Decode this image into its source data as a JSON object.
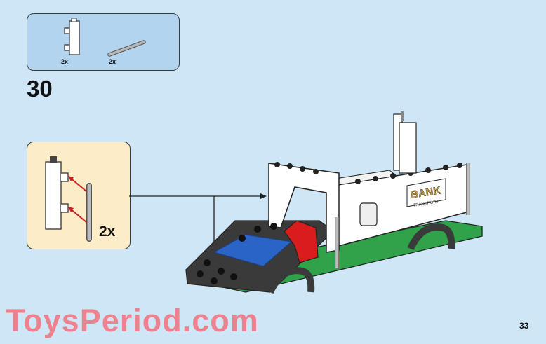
{
  "parts_list": {
    "items": [
      {
        "icon": "panel-clip-brick-icon",
        "quantity": "2x"
      },
      {
        "icon": "bar-rod-icon",
        "quantity": "2x"
      }
    ]
  },
  "step": {
    "number": "30"
  },
  "callout": {
    "quantity": "2x"
  },
  "page": {
    "number": "33"
  },
  "model": {
    "truck_sign_text": "BANK",
    "truck_sign_subtext": "TRANSPORT"
  },
  "watermark": {
    "text": "ToysPeriod.com"
  },
  "colors": {
    "background": "#cfe6f6",
    "parts_box": "#b3d4ef",
    "callout_box": "#fcecc8",
    "watermark": "#f07a86"
  }
}
